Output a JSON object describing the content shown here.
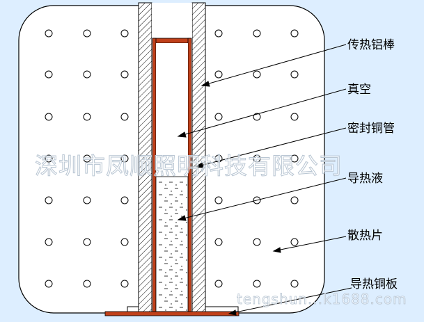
{
  "labels": {
    "aluminum_rod": "传热铝棒",
    "vacuum": "真空",
    "copper_tube": "密封铜管",
    "fluid": "导热液",
    "fins": "散热片",
    "base": "导热铜板"
  },
  "watermark": {
    "company": "深圳市凤顺照明科技有限公司",
    "site": "tengshun...k1688.com"
  },
  "colors": {
    "background": "#ddeeff",
    "copper": "#c0401a",
    "outline": "#000000"
  }
}
